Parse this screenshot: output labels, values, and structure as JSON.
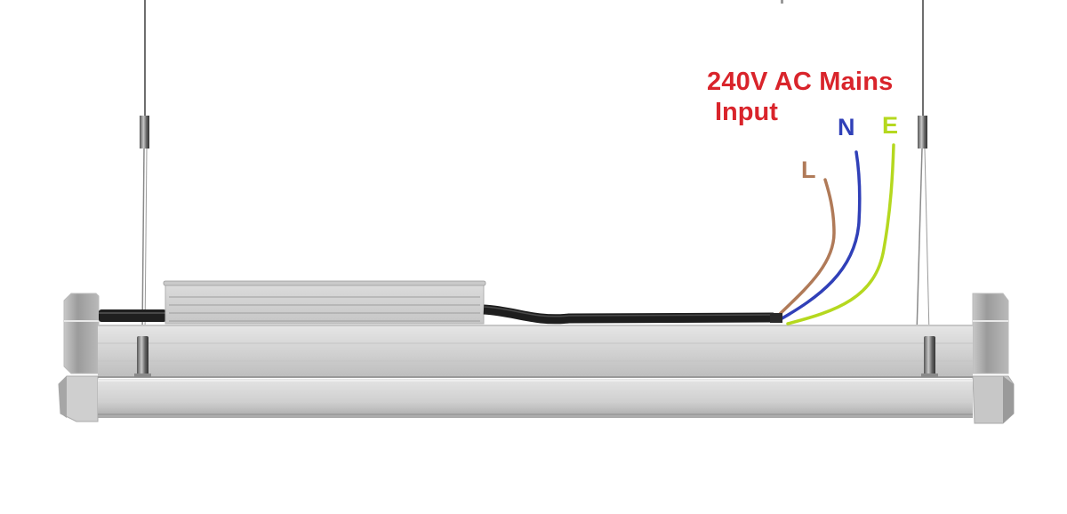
{
  "diagram": {
    "subject": "LED linear batten light suspended by wires",
    "title_line1": "240V AC Mains",
    "title_line2": "Input",
    "wires": [
      {
        "id": "live",
        "label": "L",
        "color": "#b07a58"
      },
      {
        "id": "neutral",
        "label": "N",
        "color": "#3040b8"
      },
      {
        "id": "earth",
        "label": "E",
        "color": "#b5d81f"
      }
    ],
    "colors": {
      "title": "#d9242b",
      "cable": "#1e1e1e",
      "housing": "#d8d8d8",
      "end_cap": "#a9a9a9",
      "suspension_wire": "#7a7a7a",
      "background": "#ffffff"
    },
    "components": [
      "suspension-wire-left",
      "suspension-wire-right",
      "driver-box",
      "power-cable",
      "light-housing",
      "end-cap-left",
      "end-cap-right"
    ]
  }
}
